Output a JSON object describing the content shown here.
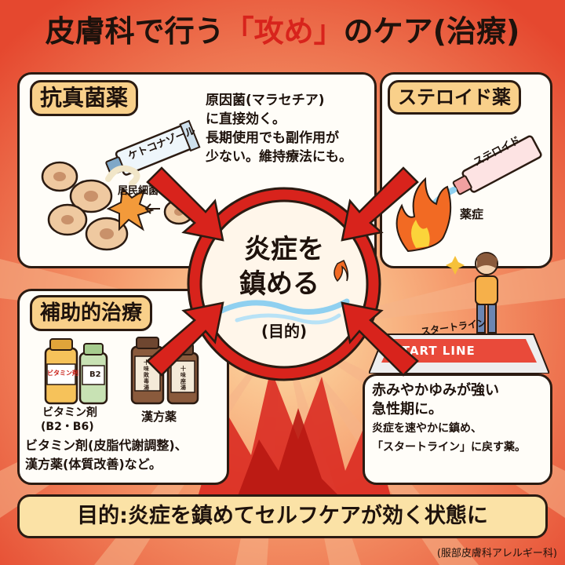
{
  "title": {
    "pre": "皮膚科で行う",
    "bracket_open": "「",
    "emph": "攻め",
    "bracket_close": "」",
    "post": "のケア(治療)"
  },
  "antifungal": {
    "heading": "抗真菌薬",
    "tube_label": "ケトコナゾール",
    "bacteria_label": "居民細菌",
    "description": [
      "原因菌(マラセチア)",
      "に直接効く。",
      "長期使用でも副作用が",
      "少ない。維持療法にも。"
    ]
  },
  "steroid": {
    "heading": "ステロイド薬",
    "tube_label": "ステロイド",
    "fire_label": "薬症",
    "start_label": "スタートライン",
    "start_line_text": "START LINE",
    "description": [
      "赤みやかゆみが強い",
      "急性期に。",
      "炎症を速やかに鎮め、",
      "「スタートライン」に戻す薬。"
    ]
  },
  "center": {
    "line1": "炎症を",
    "line2": "鎮める",
    "purpose": "(目的)"
  },
  "supportive": {
    "heading": "補助的治療",
    "vitamin_bottle_1": "ビタミン剤",
    "vitamin_bottle_2": "B2",
    "vitamin_caption": "ビタミン剤",
    "vitamin_sub": "(B2・B6)",
    "kampo_bottle_1": "十味敗毒湯",
    "kampo_bottle_2": "十味座湯",
    "kampo_caption": "漢方薬",
    "description": [
      "ビタミン剤(皮脂代謝調整)、",
      "漢方薬(体質改善)など。"
    ]
  },
  "footer": {
    "text": "目的:炎症を鎮めてセルフケアが効く状態に"
  },
  "credit": "(服部皮膚科アレルギー科)",
  "colors": {
    "background": "#f26a4a",
    "panel": "#fffdf8",
    "tag": "#f9d08a",
    "accent_red": "#d8231c",
    "footer_bg": "#fbe2a6"
  }
}
